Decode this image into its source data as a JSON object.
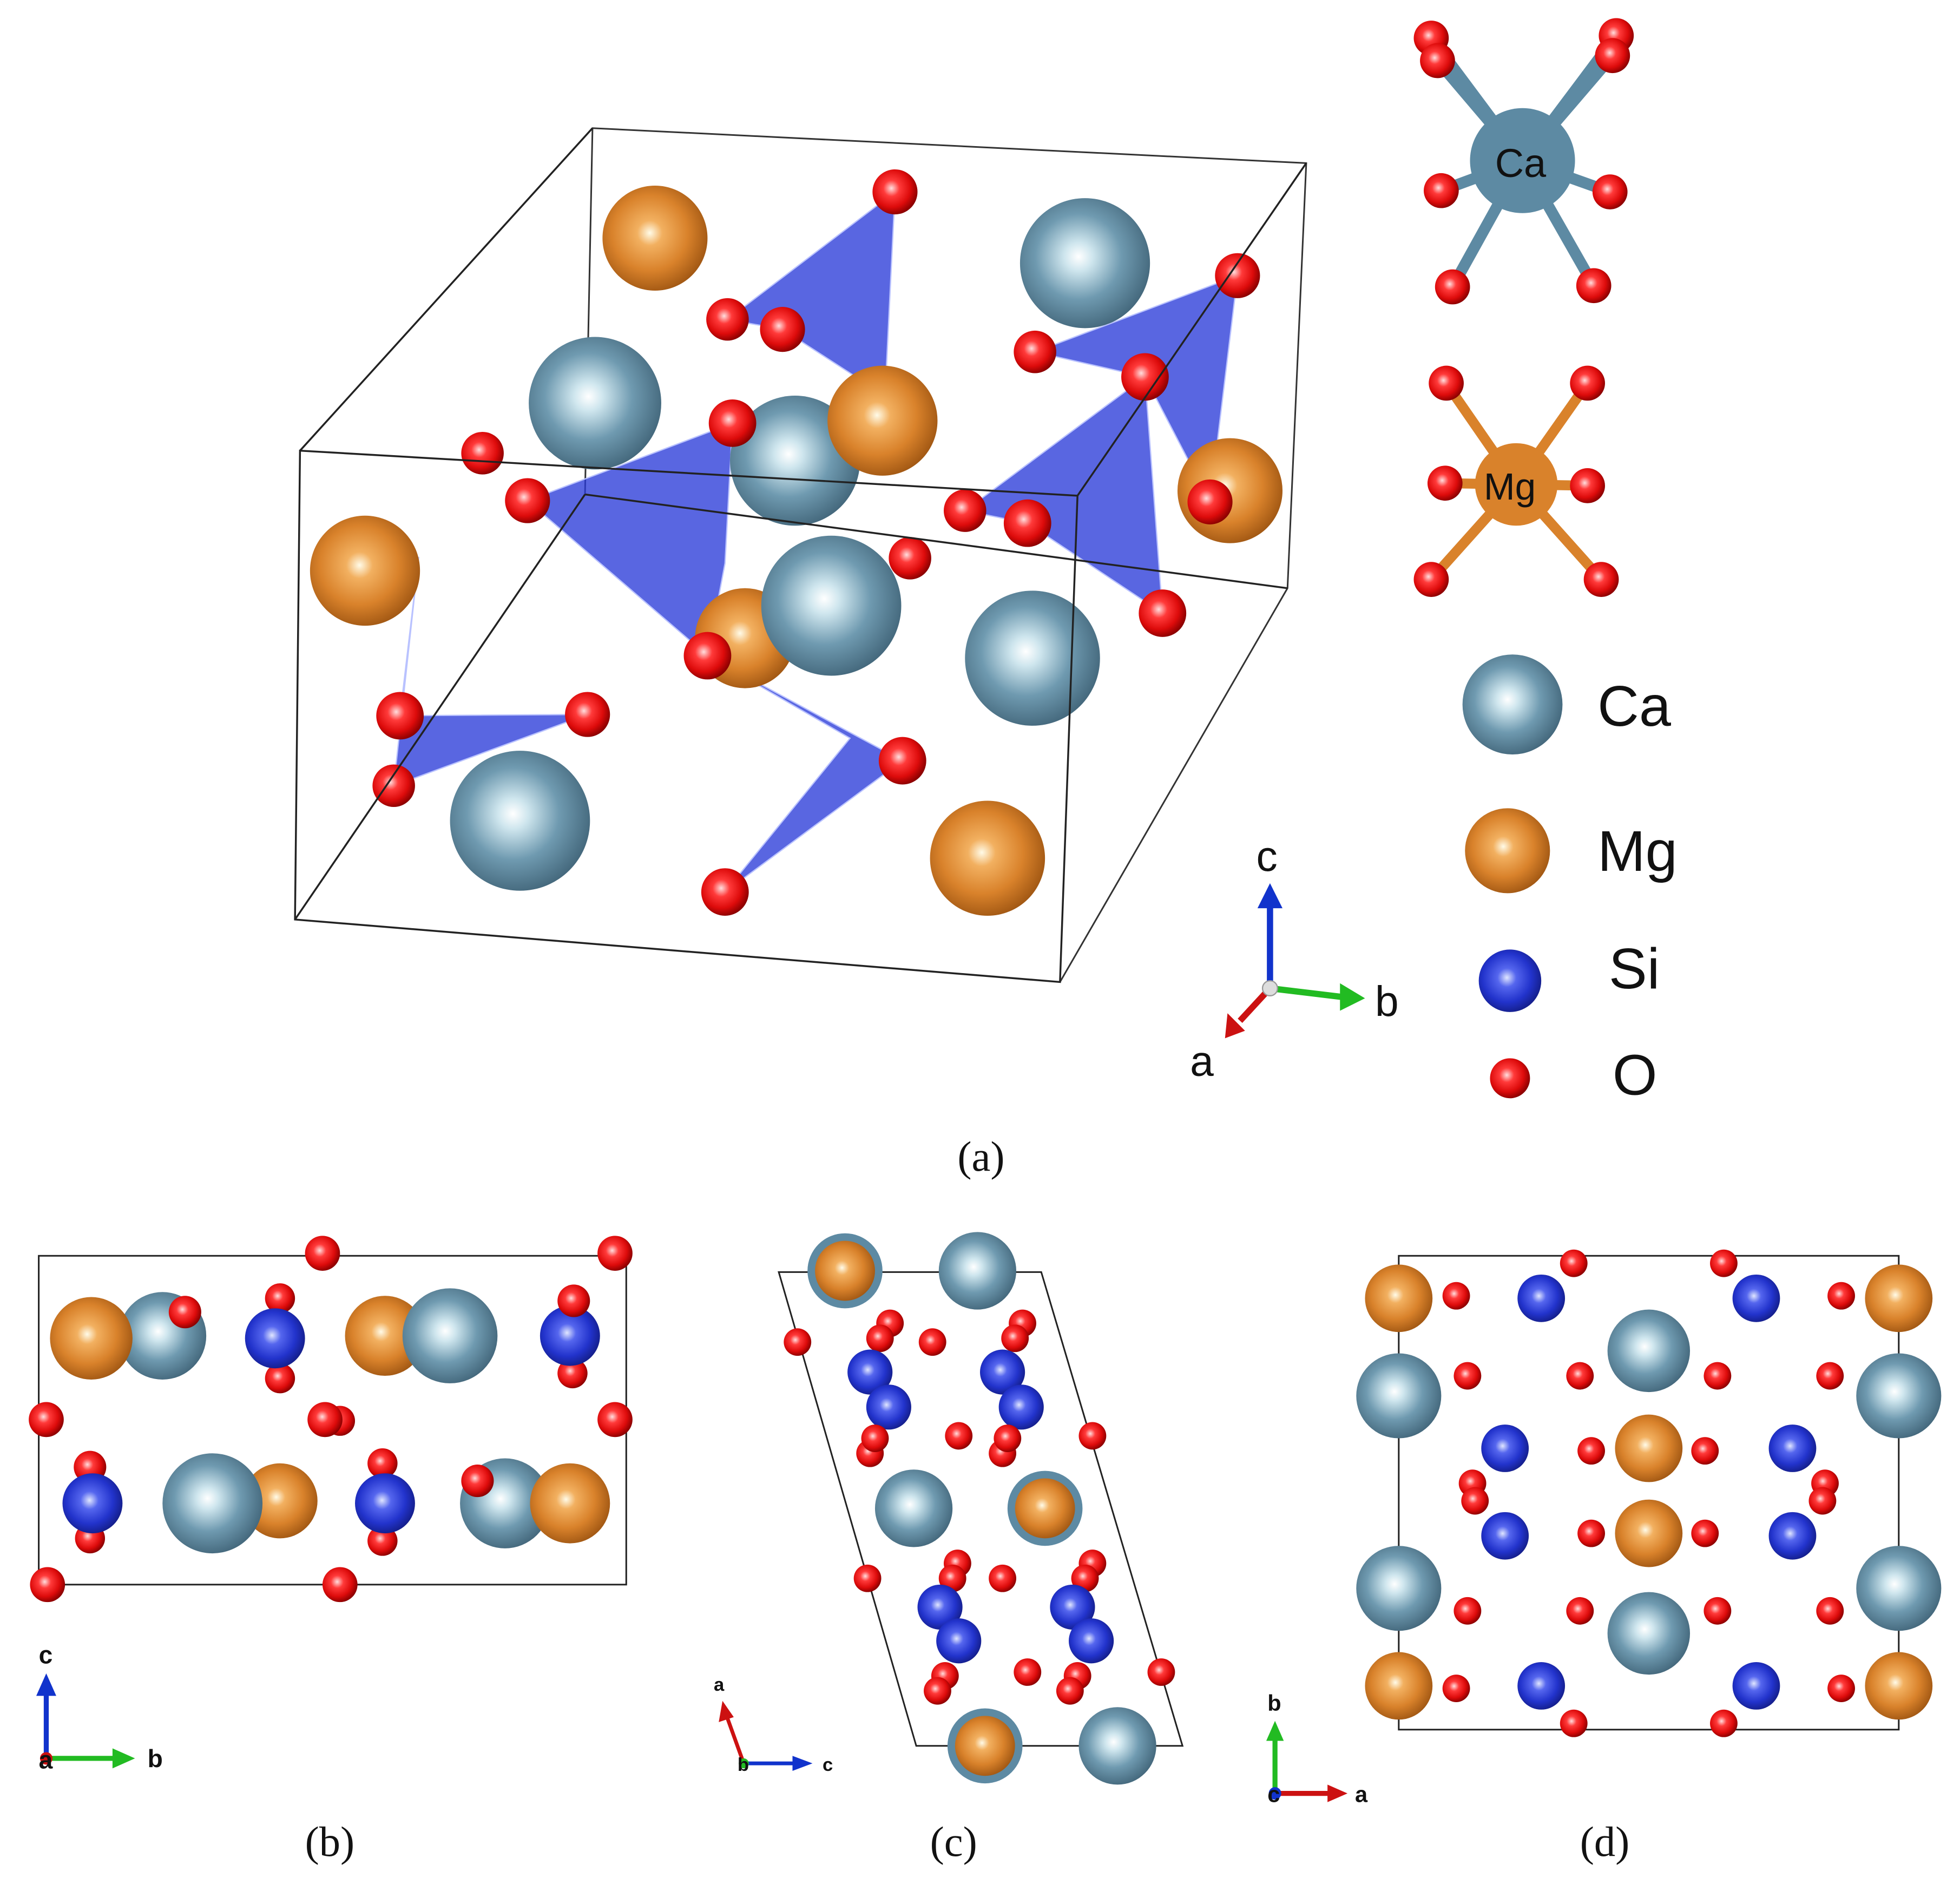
{
  "colors": {
    "Ca": "#5d8aa3",
    "Mg": "#d9822b",
    "Si": "#2233cc",
    "O": "#e01010",
    "tetra": "#2a3bd8",
    "cell": "#222222",
    "axis_a": "#cc1111",
    "axis_b": "#22bb22",
    "axis_c": "#1133cc"
  },
  "coord_labels": {
    "ca": "Ca",
    "mg": "Mg"
  },
  "legend": {
    "items": [
      {
        "element": "Ca",
        "label": "Ca"
      },
      {
        "element": "Mg",
        "label": "Mg"
      },
      {
        "element": "Si",
        "label": "Si"
      },
      {
        "element": "O",
        "label": "O"
      }
    ]
  },
  "panels": {
    "a": {
      "caption": "(a)",
      "axes": {
        "c": "c",
        "b": "b",
        "a": "a"
      }
    },
    "b": {
      "caption": "(b)",
      "axes": {
        "up": "c",
        "right": "b",
        "origin": "a"
      }
    },
    "c": {
      "caption": "(c)",
      "axes": {
        "up": "a",
        "right": "c",
        "origin": "b"
      }
    },
    "d": {
      "caption": "(d)",
      "axes": {
        "up": "b",
        "right": "a",
        "origin": "c"
      }
    }
  }
}
